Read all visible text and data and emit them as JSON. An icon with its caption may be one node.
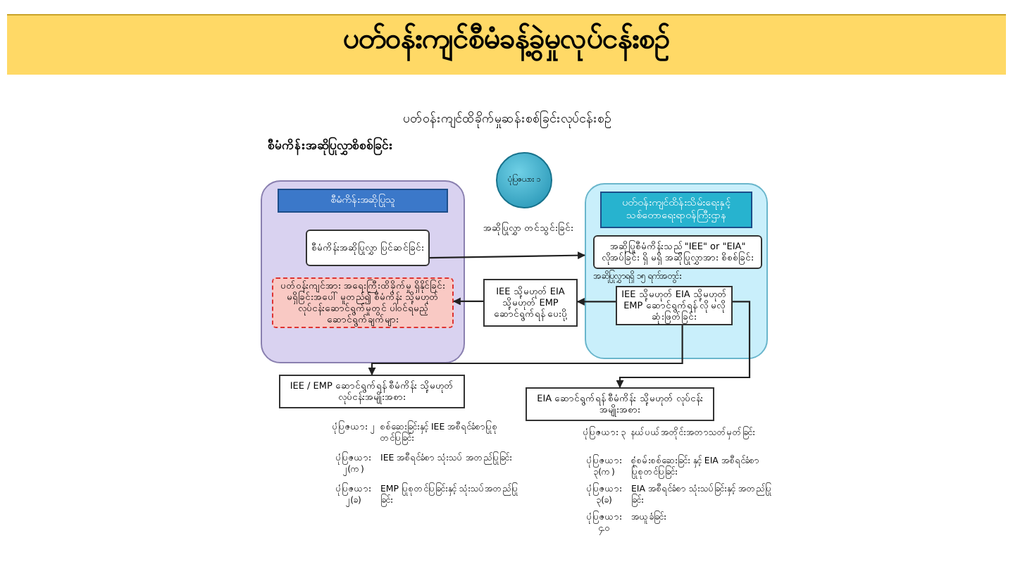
{
  "diagram": {
    "title": "ပတ်ဝန်းကျင်စီမံခန့်ခွဲမှုလုပ်ငန်းစဉ်",
    "caption": "ပတ်ဝန်းကျင်ထိခိုက်မှုဆန်းစစ်ခြင်းလုပ်ငန်းစဉ်",
    "nodes": [
      {
        "text": [
          "စီမံကိန်းအဆိုပြုသူ"
        ]
      },
      {
        "text": [
          "စီမံကိန်းအဆိုပြုလွှာ ပြင်ဆင်ခြင်း"
        ],
        "in": 0
      },
      {
        "text": [
          "ပတ်ဝန်းကျင်အား အရေးကြီးထိခိုက်မှု ရှိနိုင်ခြင်း မရှိခြင်းအပေါ် မူတည်၍ စီမံကိန်း သို့မဟုတ် လုပ်ငန်းဆောင်ရွက်မှုတွင် ပါဝင်ရမည့် ဆောင်ရွက်ချက်များ"
        ],
        "in": 0
      },
      {
        "text": [
          "ပုံပြဇယား ၁"
        ]
      },
      {
        "text": [
          "ပတ်ဝန်းကျင်ထိန်းသိမ်းရေးနှင့် သစ်တောရေးရာဝန်ကြီးဌာန"
        ]
      },
      {
        "text": [
          "အဆိုပြုစီမံကိန်းသည် \"IEE\" or \"EIA\" လိုအပ်ခြင်း ရှိ မရှိ အဆိုပြုလွှာအား စိစစ်ခြင်း"
        ],
        "in": 4
      },
      {
        "text": [
          "IEE သို့မဟုတ် EIA သို့မဟုတ် EMP ဆောင်ရွက်ရန် လို မလို ဆုံးဖြတ်ခြင်း"
        ],
        "in": 4,
        "beside": [
          "အဆိုပြုလွှာရရှိ ၁၅ ရက်အတွင်း"
        ]
      },
      {
        "text": [
          "IEE သို့မဟုတ် EIA သို့မဟုတ် EMP ဆောင်ရွက်ရန် ပေးပို့"
        ]
      },
      {
        "text": [
          "IEE / EMP ဆောင်ရွက်ရန် စီမံကိန်း သို့မဟုတ် လုပ်ငန်းအမျိုးအစား"
        ]
      },
      {
        "text": [
          "EIA ဆောင်ရွက်ရန် စီမံကိန်း သို့မဟုတ် လုပ်ငန်းအမျိုးအစား"
        ]
      }
    ],
    "edges": [
      {
        "from": 1,
        "to": 4,
        "arrow": "to",
        "label": "အဆိုပြုလွှာ တင်သွင်းခြင်း"
      },
      {
        "from": 6,
        "to": 7,
        "arrow": "to"
      },
      {
        "from": 7,
        "to": 2,
        "arrow": "to"
      },
      {
        "from": 6,
        "to": 8,
        "arrow": "to"
      },
      {
        "from": 6,
        "to": 9,
        "arrow": "to"
      }
    ],
    "labels": [
      "စီမံကိန်းအဆိုပြုလွှာစိစစ်ခြင်း",
      "ပုံပြဇယား ၂",
      "စစ်ဆေးခြင်းနှင့် IEE အစီရင်ခံစာပြုစု တင်ပြခြင်း",
      "ပုံပြဇယား ၂(က)",
      "IEE အစီရင်ခံစာ သုံးသပ် အတည်ပြုခြင်း",
      "ပုံပြဇယား ၂(ခ)",
      "EMP ပြုစုတင်ပြခြင်းနှင့် သုံးသပ်အတည်ပြုခြင်း",
      "ပုံပြဇယား ၃",
      "နယ်ပယ်အတိုင်းအတာသတ်မှတ်ခြင်း",
      "ပုံပြဇယား ၃(က)",
      "စုံစမ်းစစ်ဆေးခြင်း နှင့် EIA အစီရင်ခံစာ ပြုစုတင်ပြခြင်း",
      "ပုံပြဇယား ၃(ခ)",
      "EIA အစီရင်ခံစာ သုံးသပ်ခြင်းနှင့် အတည်ပြုခြင်း",
      "ပုံပြဇယား ၄.၀",
      "အယူခံခြင်း"
    ]
  }
}
